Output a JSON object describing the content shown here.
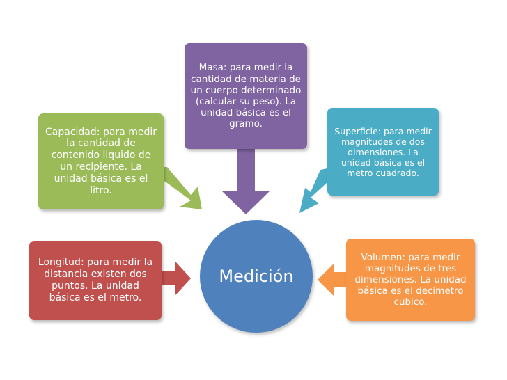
{
  "colors": {
    "purple": "#8064a2",
    "green": "#9bbb59",
    "cyan": "#4bacc6",
    "red": "#c0504d",
    "orange": "#f79646",
    "blue": "#4f81bd",
    "white": "#ffffff"
  },
  "center": {
    "label": "Medición"
  },
  "boxes": {
    "masa": {
      "text": "Masa: para medir la cantidad de materia de un cuerpo determinado (calcular su peso). La unidad básica es el gramo."
    },
    "capacidad": {
      "text": "Capacidad: para medir la cantidad de contenido liquido de un recipiente. La unidad básica es el litro."
    },
    "superficie": {
      "text": "Superficie: para medir magnitudes de dos dimensiones. La unidad básica es el metro cuadrado."
    },
    "longitud": {
      "text": "Longitud: para medir la distancia existen dos puntos. La unidad básica es el metro."
    },
    "volumen": {
      "text": "Volumen: para medir magnitudes de tres dimensiones. La unidad básica es el decímetro cubico."
    }
  }
}
